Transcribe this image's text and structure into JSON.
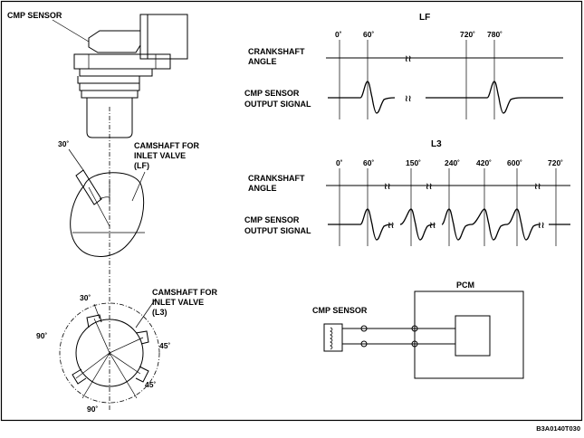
{
  "labels": {
    "cmp_sensor_top": "CMP SENSOR",
    "camshaft_lf": [
      "CAMSHAFT FOR",
      "INLET VALVE",
      "(LF)"
    ],
    "camshaft_l3": [
      "CAMSHAFT FOR",
      "INLET VALVE",
      "(L3)"
    ],
    "angle_30_top": "30˚",
    "angle_30_bottom": "30˚",
    "angle_90_left": "90˚",
    "angle_90_bottom": "90˚",
    "angle_45_upper": "45˚",
    "angle_45_lower": "45˚"
  },
  "lf_chart": {
    "title": "LF",
    "row1": [
      "CRANKSHAFT",
      "ANGLE"
    ],
    "row2": [
      "CMP SENSOR",
      "OUTPUT SIGNAL"
    ],
    "ticks": [
      "0˚",
      "60˚",
      "720˚",
      "780˚"
    ]
  },
  "l3_chart": {
    "title": "L3",
    "row1": [
      "CRANKSHAFT",
      "ANGLE"
    ],
    "row2": [
      "CMP SENSOR",
      "OUTPUT SIGNAL"
    ],
    "ticks": [
      "0˚",
      "60˚",
      "150˚",
      "240˚",
      "420˚",
      "600˚",
      "720˚"
    ]
  },
  "circuit": {
    "pcm": "PCM",
    "sensor": "CMP SENSOR"
  },
  "figure_code": "B3A0140T030"
}
